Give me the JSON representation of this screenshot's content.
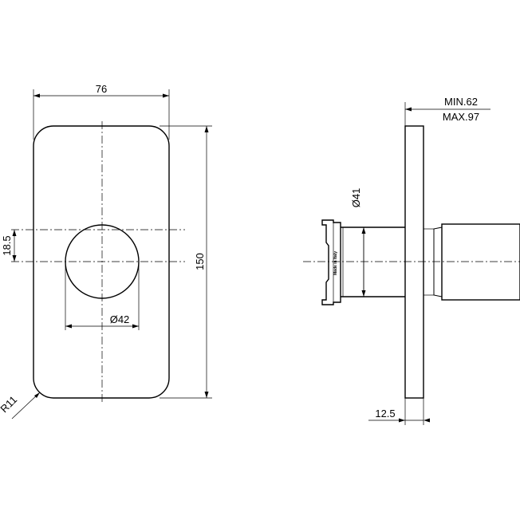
{
  "front_view": {
    "width_label": "76",
    "height_label": "150",
    "offset_label": "18.5",
    "hole_diameter_label": "Ø42",
    "corner_radius_label": "R11"
  },
  "side_view": {
    "min_depth_label": "MIN.62",
    "max_depth_label": "MAX.97",
    "body_diameter_label": "Ø41",
    "plate_thickness_label": "12.5",
    "stamp_label": "Made in Italy"
  }
}
